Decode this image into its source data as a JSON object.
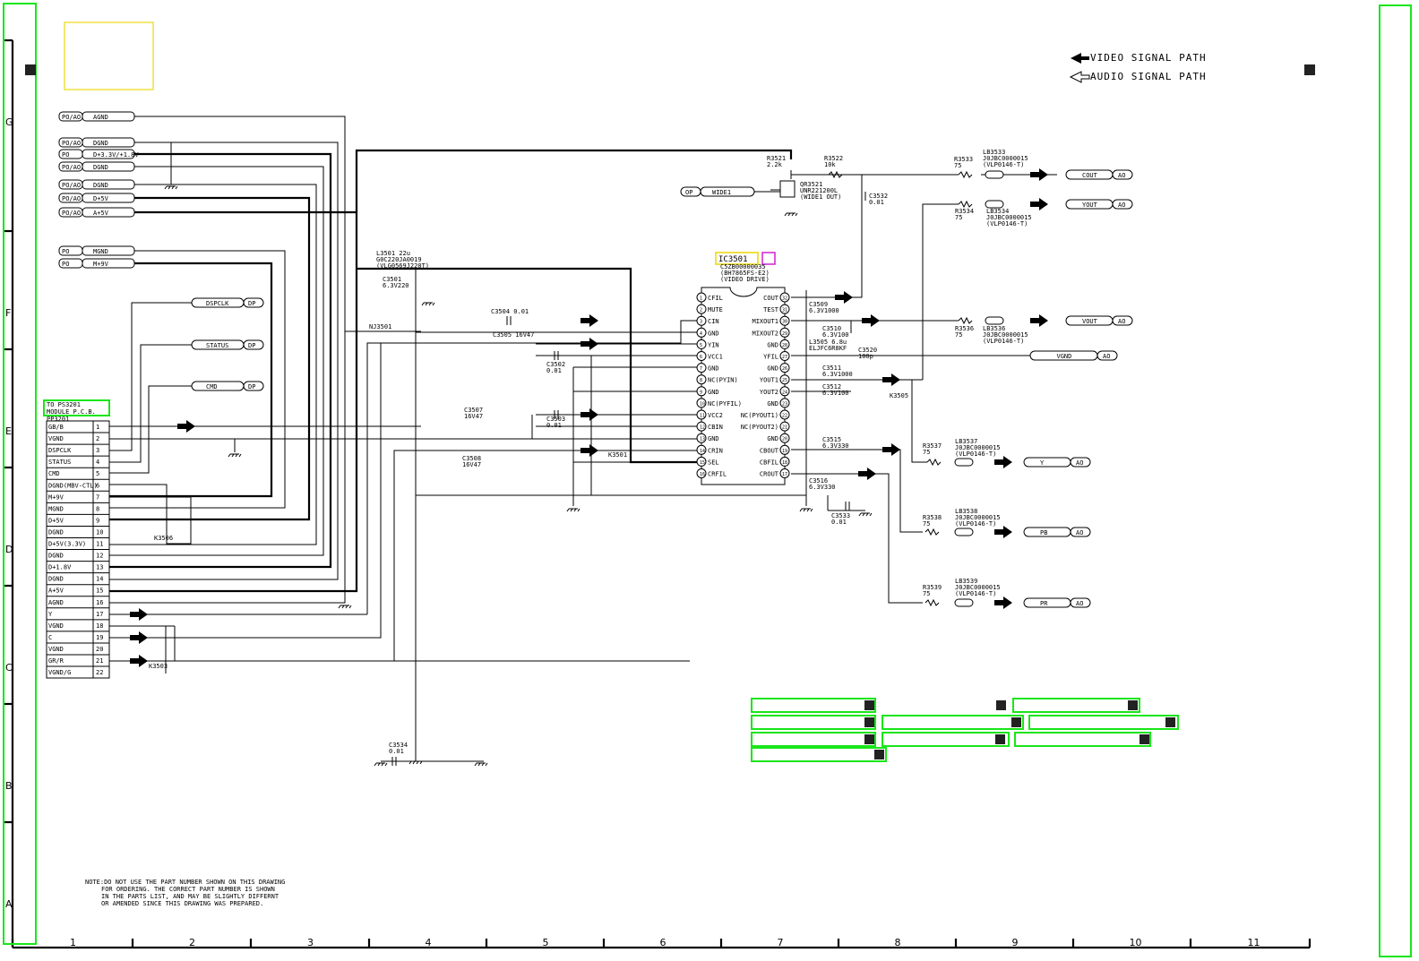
{
  "legend": {
    "video": "VIDEO SIGNAL PATH",
    "audio": "AUDIO SIGNAL PATH"
  },
  "ruler": {
    "columns": [
      "1",
      "2",
      "3",
      "4",
      "5",
      "6",
      "7",
      "8",
      "9",
      "10",
      "11"
    ],
    "rows": [
      "G",
      "F",
      "E",
      "D",
      "C",
      "B",
      "A"
    ]
  },
  "connector": {
    "title": [
      "TO PS3201",
      "MODULE P.C.B."
    ],
    "ref": "PP3201",
    "pins": [
      {
        "name": "GB/B",
        "num": "1"
      },
      {
        "name": "VGND",
        "num": "2"
      },
      {
        "name": "DSPCLK",
        "num": "3"
      },
      {
        "name": "STATUS",
        "num": "4"
      },
      {
        "name": "CMD",
        "num": "5"
      },
      {
        "name": "DGND(MBV-CTL)",
        "num": "6"
      },
      {
        "name": "M+9V",
        "num": "7"
      },
      {
        "name": "MGND",
        "num": "8"
      },
      {
        "name": "D+5V",
        "num": "9"
      },
      {
        "name": "DGND",
        "num": "10"
      },
      {
        "name": "D+5V(3.3V)",
        "num": "11"
      },
      {
        "name": "DGND",
        "num": "12"
      },
      {
        "name": "D+1.8V",
        "num": "13"
      },
      {
        "name": "DGND",
        "num": "14"
      },
      {
        "name": "A+5V",
        "num": "15"
      },
      {
        "name": "AGND",
        "num": "16"
      },
      {
        "name": "Y",
        "num": "17"
      },
      {
        "name": "VGND",
        "num": "18"
      },
      {
        "name": "C",
        "num": "19"
      },
      {
        "name": "VGND",
        "num": "20"
      },
      {
        "name": "GR/R",
        "num": "21"
      },
      {
        "name": "VGND/G",
        "num": "22"
      }
    ]
  },
  "power_rails": [
    {
      "tag": "PO/AO",
      "name": "AGND"
    },
    {
      "tag": "PO/AO",
      "name": "DGND"
    },
    {
      "tag": "PO",
      "name": "D+3.3V/+1.8V"
    },
    {
      "tag": "PO/AO",
      "name": "DGND"
    },
    {
      "tag": "PO/AO",
      "name": "DGND"
    },
    {
      "tag": "PO/AO",
      "name": "D+5V"
    },
    {
      "tag": "PO/AO",
      "name": "A+5V"
    },
    {
      "tag": "PO",
      "name": "MGND"
    },
    {
      "tag": "PO",
      "name": "M+9V"
    }
  ],
  "left_ports": [
    {
      "name": "DSPCLK",
      "tag": "DP"
    },
    {
      "name": "STATUS",
      "tag": "DP"
    },
    {
      "name": "CMD",
      "tag": "DP"
    }
  ],
  "ic": {
    "ref": "IC3501",
    "part": "C5ZB00000035",
    "model": "(BH7865FS-E2)",
    "desc": "(VIDEO DRIVE)",
    "left_pins": [
      {
        "n": "1",
        "name": "CFIL"
      },
      {
        "n": "2",
        "name": "MUTE"
      },
      {
        "n": "3",
        "name": "CIN"
      },
      {
        "n": "4",
        "name": "GND"
      },
      {
        "n": "5",
        "name": "YIN"
      },
      {
        "n": "6",
        "name": "VCC1"
      },
      {
        "n": "7",
        "name": "GND"
      },
      {
        "n": "8",
        "name": "NC(PYIN)"
      },
      {
        "n": "9",
        "name": "GND"
      },
      {
        "n": "10",
        "name": "NC(PYFIL)"
      },
      {
        "n": "11",
        "name": "VCC2"
      },
      {
        "n": "12",
        "name": "CBIN"
      },
      {
        "n": "13",
        "name": "GND"
      },
      {
        "n": "14",
        "name": "CRIN"
      },
      {
        "n": "15",
        "name": "SEL"
      },
      {
        "n": "16",
        "name": "CRFIL"
      }
    ],
    "right_pins": [
      {
        "n": "32",
        "name": "COUT"
      },
      {
        "n": "31",
        "name": "TEST"
      },
      {
        "n": "30",
        "name": "MIXOUT1"
      },
      {
        "n": "29",
        "name": "MIXOUT2"
      },
      {
        "n": "28",
        "name": "GND"
      },
      {
        "n": "27",
        "name": "YFIL"
      },
      {
        "n": "26",
        "name": "GND"
      },
      {
        "n": "25",
        "name": "YOUT1"
      },
      {
        "n": "24",
        "name": "YOUT2"
      },
      {
        "n": "23",
        "name": "GND"
      },
      {
        "n": "22",
        "name": "NC(PYOUT1)"
      },
      {
        "n": "21",
        "name": "NC(PYOUT2)"
      },
      {
        "n": "20",
        "name": "GND"
      },
      {
        "n": "19",
        "name": "CBOUT"
      },
      {
        "n": "18",
        "name": "CBFIL"
      },
      {
        "n": "17",
        "name": "CROUT"
      }
    ]
  },
  "components": {
    "l3501": [
      "L3501 22u",
      "G0C220JA0019",
      "(VLG0569J220T)"
    ],
    "c3501": [
      "C3501",
      "6.3V220"
    ],
    "nj3501": "NJ3501",
    "c3504": "C3504 0.01",
    "c3505": "C3505 16V47",
    "c3502": [
      "C3502",
      "0.01"
    ],
    "c3507": [
      "C3507",
      "16V47"
    ],
    "c3503": [
      "C3503",
      "0.01"
    ],
    "c3508": [
      "C3508",
      "16V47"
    ],
    "k3501": "K3501",
    "k3506": "K3506",
    "k3503": "K3503",
    "c3534": [
      "C3534",
      "0.01"
    ],
    "r3521": [
      "R3521",
      "2.2k"
    ],
    "r3522": [
      "R3522",
      "10k"
    ],
    "qr3521": [
      "QR3521",
      "UNR221200L",
      "(WIDE1 OUT)"
    ],
    "c3532": [
      "C3532",
      "0.01"
    ],
    "r3533": [
      "R3533",
      "75"
    ],
    "lb3533": [
      "LB3533",
      "J0JBC0000015",
      "(VLP0146-T)"
    ],
    "r3534": [
      "R3534",
      "75"
    ],
    "lb3534": [
      "LB3534",
      "J0JBC0000015",
      "(VLP0146-T)"
    ],
    "c3509": [
      "C3509",
      "6.3V1000"
    ],
    "c3510": [
      "C3510",
      "6.3V100"
    ],
    "l3505": [
      "L3505 6.8u",
      "ELJFC6R8KF"
    ],
    "c3520": [
      "C3520",
      "100p"
    ],
    "c3511": [
      "C3511",
      "6.3V1000"
    ],
    "c3512": [
      "C3512",
      "6.3V100"
    ],
    "k3505": "K3505",
    "r3536": [
      "R3536",
      "75"
    ],
    "lb3536": [
      "LB3536",
      "J0JBC0000015",
      "(VLP0146-T)"
    ],
    "c3515": [
      "C3515",
      "6.3V330"
    ],
    "c3516": [
      "C3516",
      "6.3V330"
    ],
    "c3533": [
      "C3533",
      "0.01"
    ],
    "r3537": [
      "R3537",
      "75"
    ],
    "lb3537": [
      "LB3537",
      "J0JBC0000015",
      "(VLP0146-T)"
    ],
    "r3538": [
      "R3538",
      "75"
    ],
    "lb3538": [
      "LB3538",
      "J0JBC0000015",
      "(VLP0146-T)"
    ],
    "r3539": [
      "R3539",
      "75"
    ],
    "lb3539": [
      "LB3539",
      "J0JBC0000015",
      "(VLP0146-T)"
    ]
  },
  "output_ports": [
    {
      "name": "COUT",
      "tag": "AO"
    },
    {
      "name": "YOUT",
      "tag": "AO"
    },
    {
      "name": "VOUT",
      "tag": "AO"
    },
    {
      "name": "VGND",
      "tag": "AO"
    },
    {
      "name": "Y",
      "tag": "AO"
    },
    {
      "name": "PB",
      "tag": "AO"
    },
    {
      "name": "PR",
      "tag": "AO"
    }
  ],
  "wide_port": {
    "name": "WIDE1",
    "tag": "OP"
  },
  "note": [
    "NOTE:DO NOT USE THE PART NUMBER SHOWN ON THIS DRAWING",
    "FOR ORDERING. THE CORRECT PART NUMBER IS SHOWN",
    "IN THE PARTS LIST, AND MAY BE SLIGHTLY DIFFERNT",
    "OR AMENDED SINCE THIS DRAWING WAS PREPARED."
  ]
}
